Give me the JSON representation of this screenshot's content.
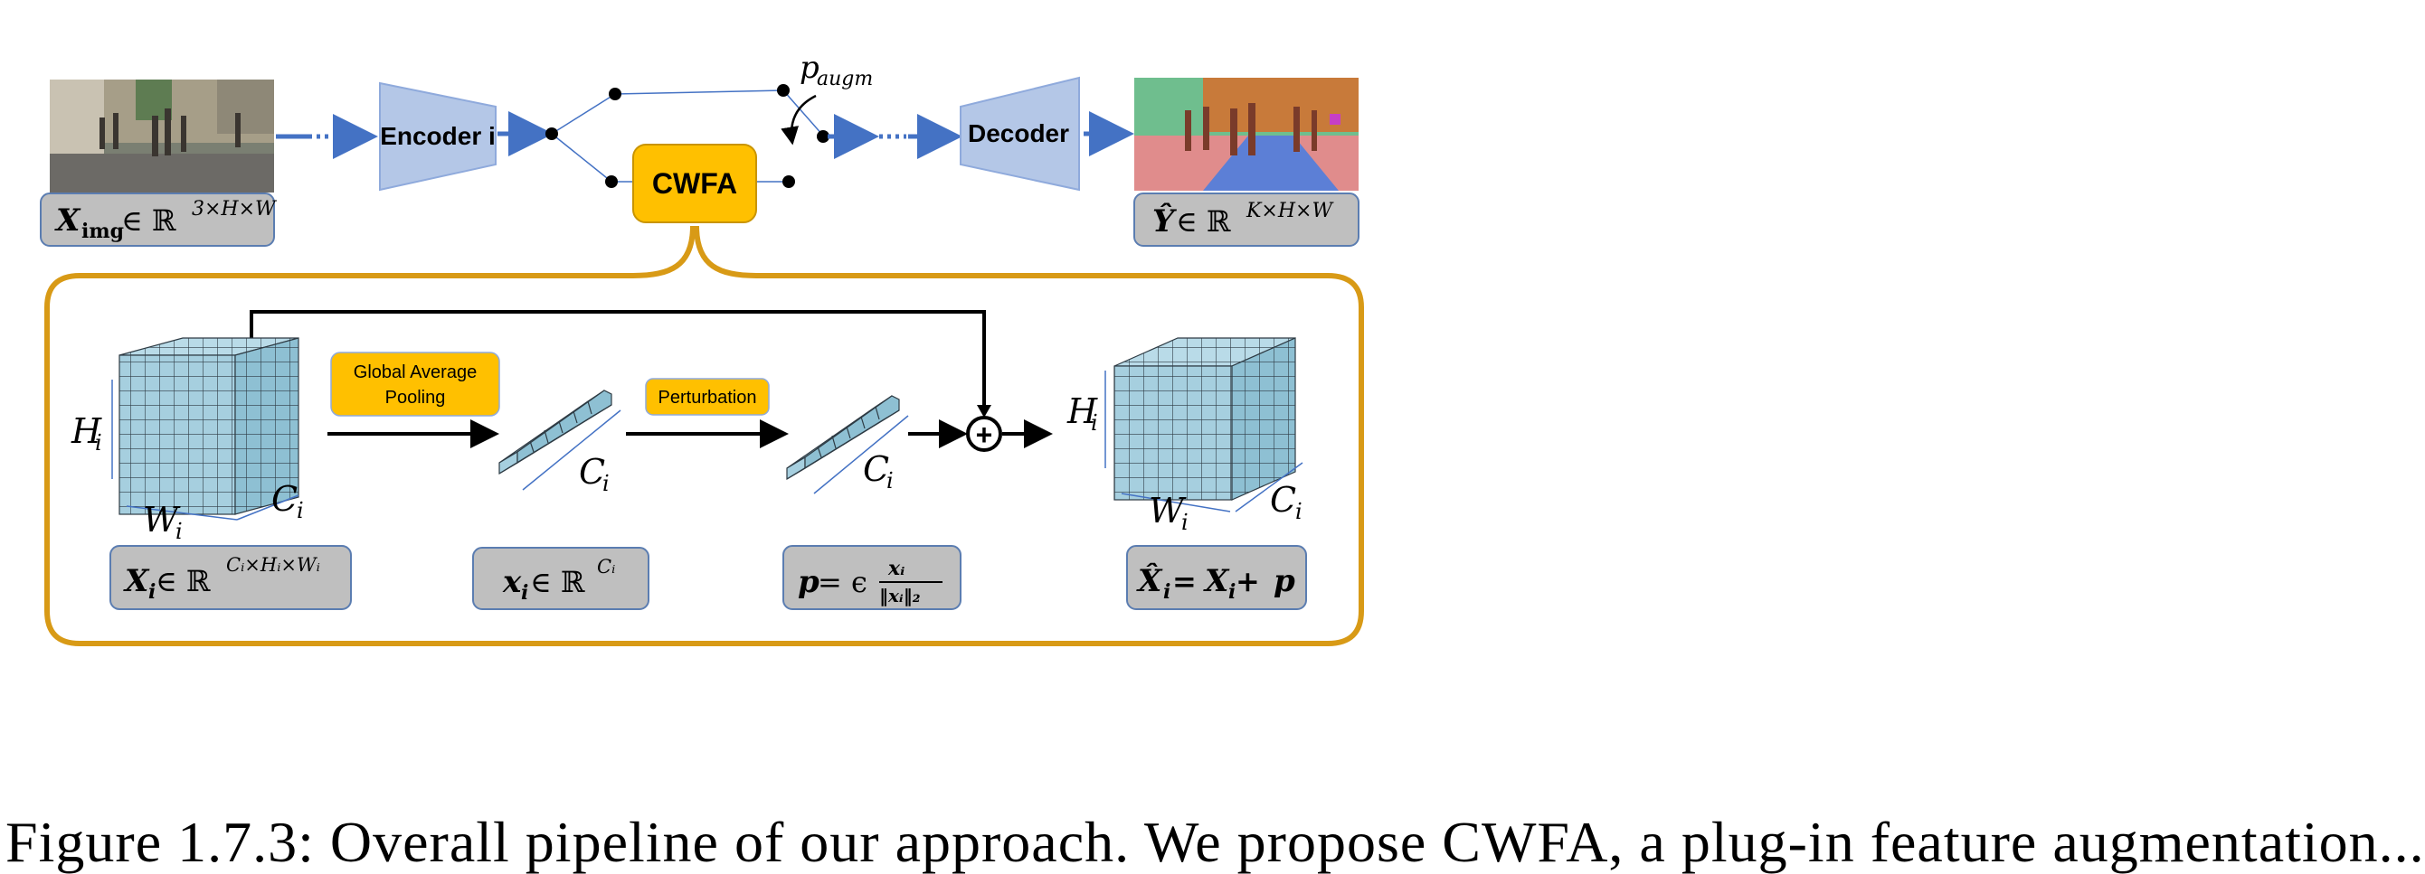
{
  "top": {
    "input_label": "X_img ∈ ℝ^{3×H×W}",
    "input_label_main": "X",
    "input_label_sub": "img",
    "input_label_rel": " ∈ ℝ",
    "input_label_sup": "3×H×W",
    "encoder_label": "Encoder i",
    "switch_prob_main": "p",
    "switch_prob_sub": "augm",
    "cwfa_label": "CWFA",
    "decoder_label": "Decoder",
    "output_label_main": "Ŷ",
    "output_label_rel": " ∈ ℝ",
    "output_label_sup": "K×H×W"
  },
  "bottom": {
    "gap_label_line1": "Global Average",
    "gap_label_line2": "Pooling",
    "perturbation_label": "Perturbation",
    "plus_symbol": "+",
    "cube_left": {
      "h": "H",
      "h_sub": "i",
      "w": "W",
      "w_sub": "i",
      "c": "C",
      "c_sub": "i"
    },
    "cube_right": {
      "h": "H",
      "h_sub": "i",
      "w": "W",
      "w_sub": "i",
      "c": "C",
      "c_sub": "i"
    },
    "vector1": {
      "c": "C",
      "c_sub": "i"
    },
    "vector2": {
      "c": "C",
      "c_sub": "i"
    },
    "box_xi": {
      "main": "X",
      "sub": "i",
      "rel": " ∈ ℝ",
      "sup": "Cᵢ×Hᵢ×Wᵢ"
    },
    "box_x_small": {
      "main": "x",
      "sub": "i",
      "rel": " ∈ ℝ",
      "sup": "Cᵢ"
    },
    "box_p": {
      "lhs": "p",
      "eq": " = ϵ",
      "num": "xᵢ",
      "den": "‖xᵢ‖₂"
    },
    "box_xhat": {
      "main": "X̂",
      "sub": "i",
      "eq": " = ",
      "x": "X",
      "x_sub": "i",
      "plus": " + ",
      "p": "p"
    }
  },
  "caption": "Figure 1.7.3: Overall pipeline of our approach. We propose CWFA, a plug-in feature augmentation...",
  "colors": {
    "arrow_blue": "#4472C4",
    "trapezoid_fill": "#B4C7E7",
    "trapezoid_stroke": "#8FAADC",
    "cwfa_fill": "#FFC000",
    "orange_border": "#D89A16",
    "gray_box_fill": "#BFBFBF",
    "gray_box_stroke": "#5B7DB1",
    "cube_face": "#A6CFDF",
    "cube_face_dark": "#7FB6CC"
  }
}
